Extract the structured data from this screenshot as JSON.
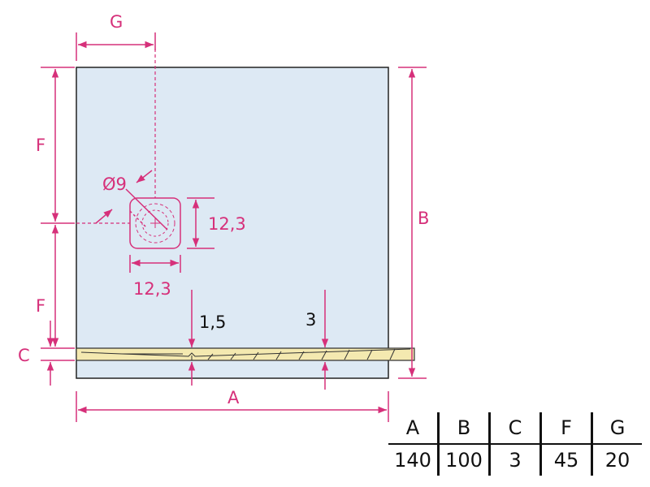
{
  "diagram": {
    "labels": {
      "dim_g": "G",
      "dim_f_top": "F",
      "dim_f_bottom": "F",
      "dim_c": "C",
      "dim_b": "B",
      "dim_a": "A",
      "diameter": "Ø9",
      "drain_width": "12,3",
      "drain_height": "12,3",
      "slope_left": "1,5",
      "slope_right": "3"
    },
    "colors": {
      "tray_fill": "#dde9f4",
      "outline": "#222222",
      "dimension": "#d6307a",
      "section_fill": "#f4e9b0"
    }
  },
  "table": {
    "headers": [
      "A",
      "B",
      "C",
      "F",
      "G"
    ],
    "values": [
      "140",
      "100",
      "3",
      "45",
      "20"
    ]
  }
}
